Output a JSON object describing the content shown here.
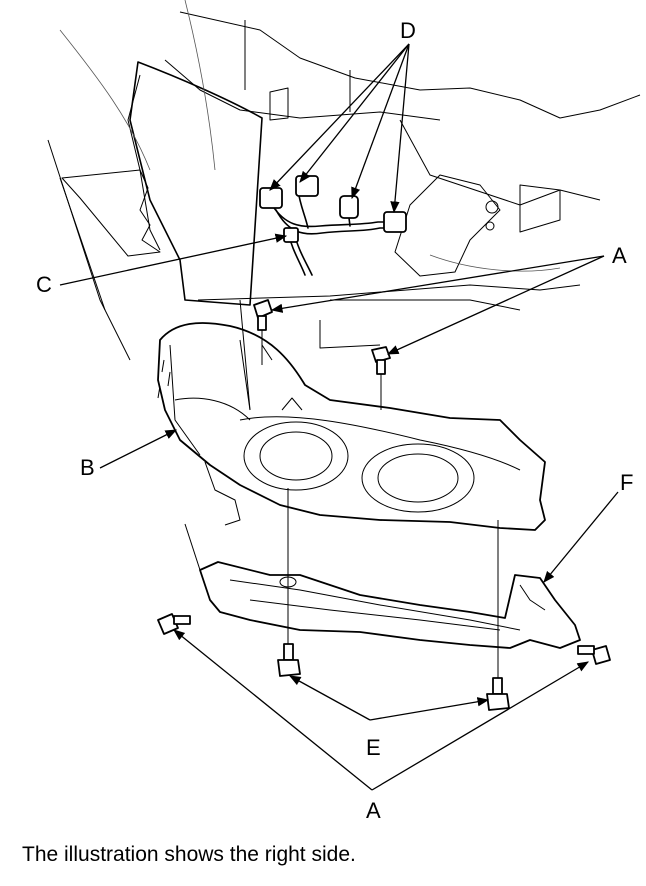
{
  "callouts": {
    "A_top": "A",
    "A_bottom": "A",
    "B": "B",
    "C": "C",
    "D": "D",
    "E": "E",
    "F": "F"
  },
  "caption": "The illustration shows the right side."
}
